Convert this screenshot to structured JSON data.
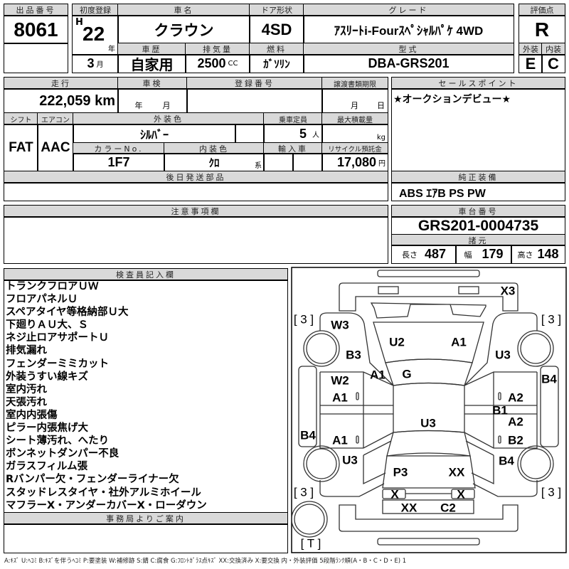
{
  "header": {
    "lot_no_label": "出品番号",
    "lot_no": "8061",
    "first_reg_label": "初度登録",
    "era": "H",
    "year": "22",
    "year_unit": "年",
    "month": "3",
    "month_unit": "月",
    "car_name_label": "車名",
    "car_name": "クラウン",
    "door_label": "ドア形状",
    "door": "4SD",
    "grade_label": "グレード",
    "grade": "ｱｽﾘｰﾄi-Fourｽﾍﾟｼｬﾙﾊﾟｹ 4WD",
    "history_label": "車歴",
    "history": "自家用",
    "displacement_label": "排気量",
    "displacement": "2500",
    "displacement_unit": "CC",
    "fuel_label": "燃料",
    "fuel": "ｶﾞｿﾘﾝ",
    "model_label": "型式",
    "model": "DBA-GRS201",
    "score_label": "評価点",
    "score": "R",
    "exterior_label": "外装",
    "exterior": "E",
    "interior_label": "内装",
    "interior": "C"
  },
  "details": {
    "mileage_label": "走行",
    "mileage": "222,059 km",
    "inspection_label": "車検",
    "inspection_year_unit": "年",
    "inspection_month_unit": "月",
    "reg_no_label": "登録番号",
    "transfer_label": "譲渡書類期限",
    "transfer_month_unit": "月",
    "transfer_day_unit": "日",
    "shift_label": "シフト",
    "shift": "FAT",
    "ac_label": "エアコン",
    "ac": "AAC",
    "color_label": "外装色",
    "color": "ｼﾙﾊﾞｰ",
    "capacity_label": "乗車定員",
    "capacity": "5",
    "capacity_unit": "人",
    "max_load_label": "最大積載量",
    "max_load_unit": "kg",
    "color_no_label": "カラーNo.",
    "color_no": "1F7",
    "interior_color_label": "内装色",
    "interior_color": "ｸﾛ",
    "interior_color_suffix": "系",
    "import_label": "輸入車",
    "recycle_label": "リサイクル預託金",
    "recycle": "17,080",
    "recycle_unit": "円",
    "later_parts_label": "後日発送部品",
    "sales_point_label": "セールスポイント",
    "sales_point": "★オークションデビュー★",
    "equipment_label": "純正装備",
    "equipment": "ABS ｴｱB PS PW",
    "notes_label": "注意事項欄",
    "chassis_label": "車台番号",
    "chassis": "GRS201-0004735",
    "specs_label": "諸元",
    "length_label": "長さ",
    "length": "487",
    "width_label": "幅",
    "width": "179",
    "height_label": "高さ",
    "height": "148"
  },
  "inspector": {
    "label": "検査員記入欄",
    "lines": [
      "トランクフロアＵＷ",
      "フロアパネルＵ",
      "スペアタイヤ等格納部Ｕ大",
      "下廻りＡＵ大、Ｓ",
      "ネジ止ロアサポートＵ",
      "排気漏れ",
      "フェンダーミミカット",
      "外装うすい線キズ",
      "室内汚れ",
      "天張汚れ",
      "室内内張傷",
      "ピラー内張焦げ大",
      "シート薄汚れ、へたり",
      "ボンネットダンパー不良",
      "ガラスフィルム張",
      "Rバンパー欠・フェンダーライナー欠",
      "スタッドレスタイヤ・社外アルミホイール",
      "マフラーX・アンダーカバーX・ローダウン"
    ]
  },
  "office": {
    "label": "事務局よりご案内"
  },
  "diagram": {
    "tires": [
      "[ 3 ]",
      "[ 3 ]",
      "[ 3 ]",
      "[ 3 ]",
      "[ T ]"
    ],
    "marks": [
      "X3",
      "W3",
      "U2",
      "A1",
      "B3",
      "U3",
      "A1",
      "G",
      "W2",
      "B4",
      "A1",
      "A2",
      "B1",
      "U3",
      "A2",
      "B4",
      "A1",
      "B2",
      "U3",
      "B4",
      "P3",
      "XX",
      "X",
      "X",
      "XX",
      "C2"
    ]
  },
  "legend": "A:ｷｽﾞ U:ﾍｺﾐ B:ｷｽﾞを伴うﾍｺﾐ P:要塗装 W:補修跡 S:錆 C:腐食 G:ﾌﾛﾝﾄｶﾞﾗｽ点ｷｽﾞ XX:交換済み X:要交換 内・外装評価 5段階ﾗﾝｸ順(A・B・C・D・E) 1"
}
